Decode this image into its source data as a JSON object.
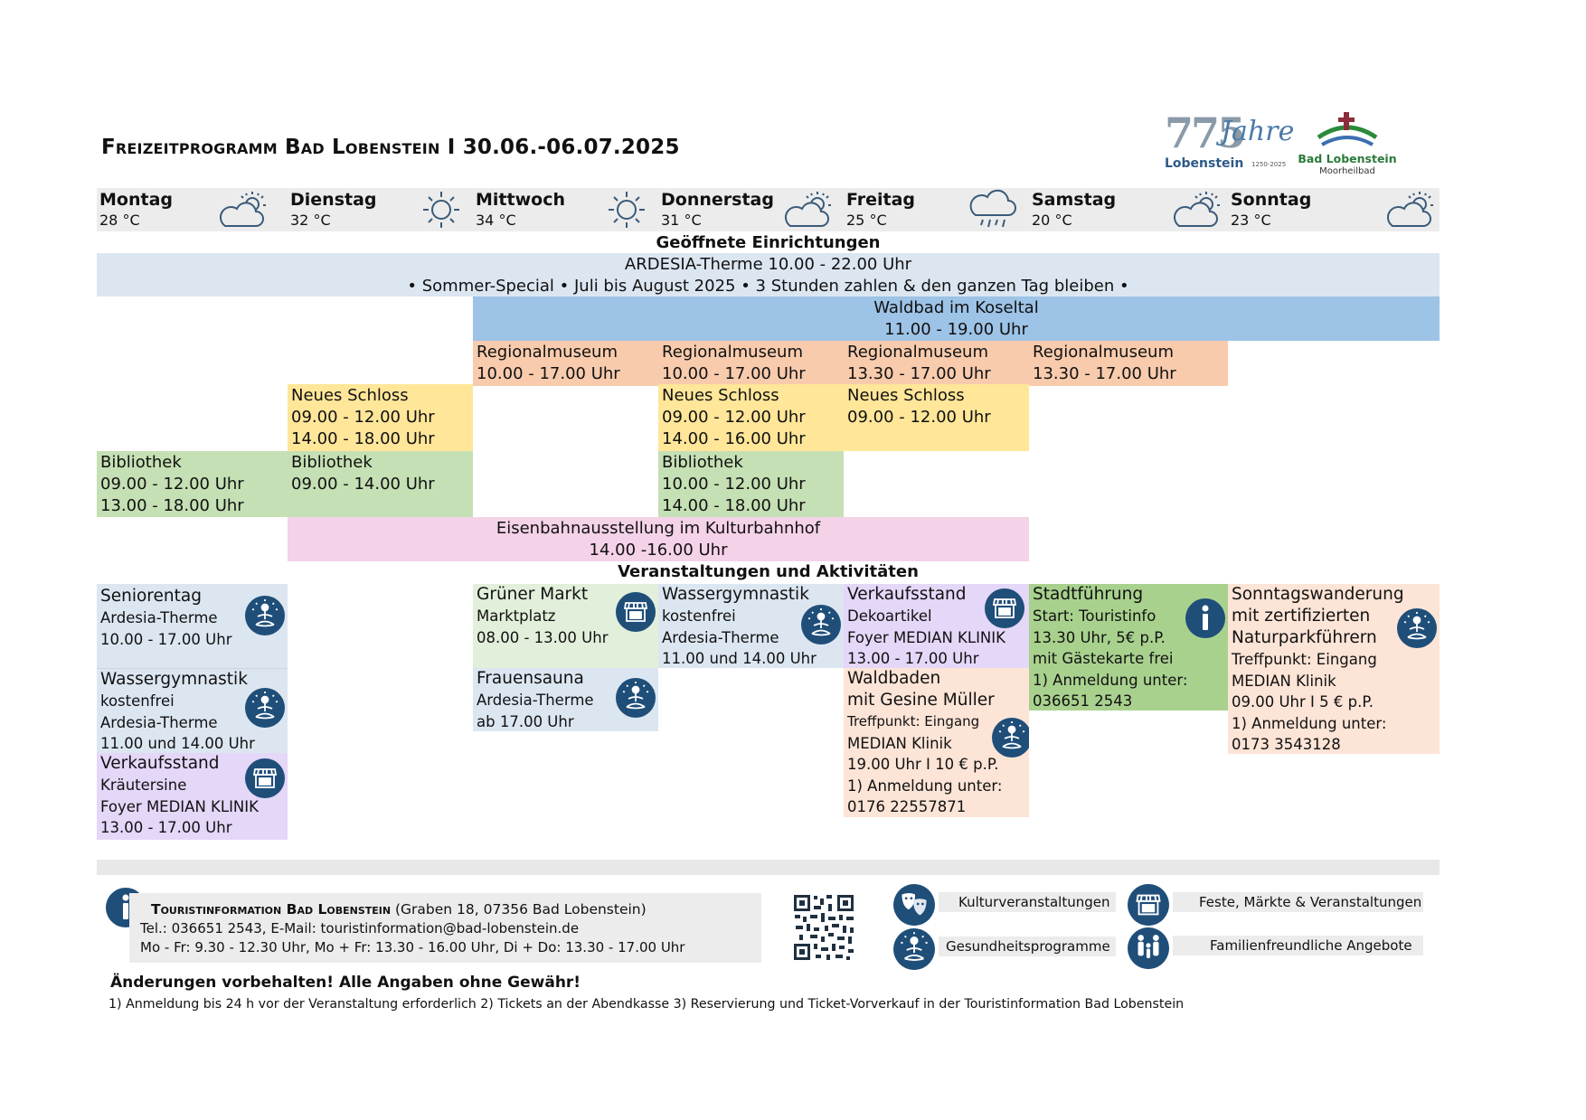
{
  "header": {
    "title": "Freizeitprogramm Bad Lobenstein  I  30.06.-06.07.2025",
    "logo_775": {
      "number": "775",
      "word": "Jahre",
      "town": "Lobenstein",
      "years": "1250-2025"
    },
    "logo_town": {
      "name": "Bad Lobenstein",
      "sub": "Moorheilbad"
    }
  },
  "days": [
    {
      "name": "Montag",
      "temp": "28  °C",
      "weather_icon": "partly-cloudy-icon"
    },
    {
      "name": "Dienstag",
      "temp": "32 °C",
      "weather_icon": "sun-icon"
    },
    {
      "name": "Mittwoch",
      "temp": "34 °C",
      "weather_icon": "sun-icon"
    },
    {
      "name": "Donnerstag",
      "temp": "31 °C",
      "weather_icon": "partly-cloudy-icon"
    },
    {
      "name": "Freitag",
      "temp": "25 °C",
      "weather_icon": "rain-cloud-icon"
    },
    {
      "name": "Samstag",
      "temp": "20 °C",
      "weather_icon": "partly-cloudy-icon"
    },
    {
      "name": "Sonntag",
      "temp": "23 °C",
      "weather_icon": "partly-cloudy-icon"
    }
  ],
  "sections": {
    "facilities": "Geöffnete Einrichtungen",
    "events": "Veranstaltungen und Aktivitäten"
  },
  "facilities": {
    "ardesia": {
      "line1": "ARDESIA-Therme    10.00 - 22.00 Uhr",
      "line2": "•  Sommer-Special   •  Juli bis August 2025  •  3 Stunden zahlen & den ganzen Tag bleiben  •"
    },
    "waldbad": {
      "line1": "Waldbad im Koseltal",
      "line2": "11.00 - 19.00 Uhr"
    },
    "museum": [
      {
        "name": "Regionalmuseum",
        "time": "10.00 - 17.00 Uhr"
      },
      {
        "name": "Regionalmuseum",
        "time": "10.00 - 17.00 Uhr"
      },
      {
        "name": "Regionalmuseum",
        "time": "13.30 - 17.00 Uhr"
      },
      {
        "name": "Regionalmuseum",
        "time": "13.30 - 17.00 Uhr"
      }
    ],
    "schloss": [
      {
        "name": " Neues Schloss",
        "time1": "09.00 - 12.00 Uhr",
        "time2": "14.00 - 18.00 Uhr"
      },
      {
        "name": "Neues Schloss",
        "time1": "09.00 - 12.00 Uhr",
        "time2": "14.00 - 16.00 Uhr"
      },
      {
        "name": "Neues Schloss",
        "time1": "09.00 - 12.00 Uhr"
      }
    ],
    "bibliothek": [
      {
        "name": "Bibliothek",
        "time1": "09.00 - 12.00 Uhr",
        "time2": "13.00 - 18.00 Uhr"
      },
      {
        "name": "Bibliothek",
        "time1": "09.00 - 14.00 Uhr"
      },
      {
        "name": "Bibliothek",
        "time1": "10.00 - 12.00 Uhr",
        "time2": "14.00 - 18.00 Uhr"
      }
    ],
    "eisenbahn": {
      "line1": "Eisenbahnausstellung im Kulturbahnhof",
      "line2": "14.00 -16.00 Uhr"
    }
  },
  "events": {
    "seniorentag": {
      "title": "Seniorentag",
      "l1": "Ardesia-Therme",
      "l2": "10.00 - 17.00 Uhr",
      "icon": "health-icon"
    },
    "wassergym_mo": {
      "title": "Wassergymnastik",
      "l1": "kostenfrei",
      "l2": "Ardesia-Therme",
      "l3": "11.00 und 14.00 Uhr",
      "icon": "health-icon"
    },
    "verkauf_mo": {
      "title": "Verkaufsstand",
      "l1": "Kräutersine",
      "l2": "Foyer MEDIAN KLINIK",
      "l3": "13.00 - 17.00 Uhr",
      "icon": "market-stall-icon"
    },
    "gruener_markt": {
      "title": "Grüner Markt",
      "l1": "Marktplatz",
      "l2": "08.00 - 13.00 Uhr",
      "icon": "market-stall-icon"
    },
    "frauensauna": {
      "title": "Frauensauna",
      "l1": "Ardesia-Therme",
      "l2": "ab 17.00 Uhr",
      "icon": "health-icon"
    },
    "wassergym_do": {
      "title": "Wassergymnastik",
      "l1": "kostenfrei",
      "l2": "Ardesia-Therme",
      "l3": "11.00 und 14.00 Uhr",
      "icon": "health-icon"
    },
    "verkauf_fr": {
      "title": "Verkaufsstand",
      "l1": "Dekoartikel",
      "l2": "Foyer MEDIAN KLINIK",
      "l3": "13.00 - 17.00 Uhr",
      "icon": "market-stall-icon"
    },
    "waldbaden": {
      "title": "Waldbaden",
      "l1": "mit Gesine Müller",
      "l2": "Treffpunkt: Eingang",
      "l3": "MEDIAN Klinik",
      "l4": "19.00 Uhr I 10 € p.P.",
      "l5": "1) Anmeldung unter:",
      "l6": "0176 22557871",
      "icon": "health-icon"
    },
    "stadtfuehrung": {
      "title": "Stadtführung",
      "l1": "Start: Touristinfo",
      "l2": "13.30 Uhr, 5€ p.P.",
      "l3": "mit Gästekarte frei",
      "l4": "1) Anmeldung unter:",
      "l5": " 036651 2543",
      "icon": "info-icon"
    },
    "sonntagswanderung": {
      "title": "Sonntagswanderung",
      "l1": "mit zertifizierten",
      "l2": "Naturparkführern",
      "l3": "Treffpunkt: Eingang",
      "l4": "MEDIAN Klinik",
      "l5": "09.00 Uhr I 5 € p.P.",
      "l6": "1) Anmeldung unter:",
      "l7": "0173 3543128",
      "icon": "health-icon"
    }
  },
  "footer": {
    "info_name": "Touristinformation Bad Lobenstein",
    "info_addr": " (Graben 18, 07356 Bad Lobenstein)",
    "info_contact": "Tel.: 036651 2543, E-Mail: touristinformation@bad-lobenstein.de",
    "info_hours": "Mo - Fr: 9.30 - 12.30 Uhr, Mo + Fr: 13.30 - 16.00 Uhr, Di + Do: 13.30 - 17.00 Uhr",
    "legend": [
      {
        "label": "Kulturveranstaltungen",
        "icon": "theater-masks-icon"
      },
      {
        "label": "Feste, Märkte & Veranstaltungen",
        "icon": "market-stall-icon"
      },
      {
        "label": "Gesundheitsprogramme",
        "icon": "health-icon"
      },
      {
        "label": "Familienfreundliche Angebote",
        "icon": "family-icon"
      }
    ],
    "disclaimer": "Änderungen vorbehalten! Alle Angaben ohne Gewähr!",
    "notes": "1) Anmeldung bis 24 h vor der Veranstaltung erforderlich   2) Tickets an der Abendkasse   3) Reservierung und Ticket-Vorverkauf in der Touristinformation Bad Lobenstein"
  },
  "colors": {
    "ardesia": "#dce6f1",
    "waldbad": "#9dc3e6",
    "museum": "#f8cbad",
    "schloss": "#ffe699",
    "bibliothek": "#c5e0b4",
    "eisenbahn": "#f4d2e8",
    "icon_badge": "#1f4e79"
  }
}
